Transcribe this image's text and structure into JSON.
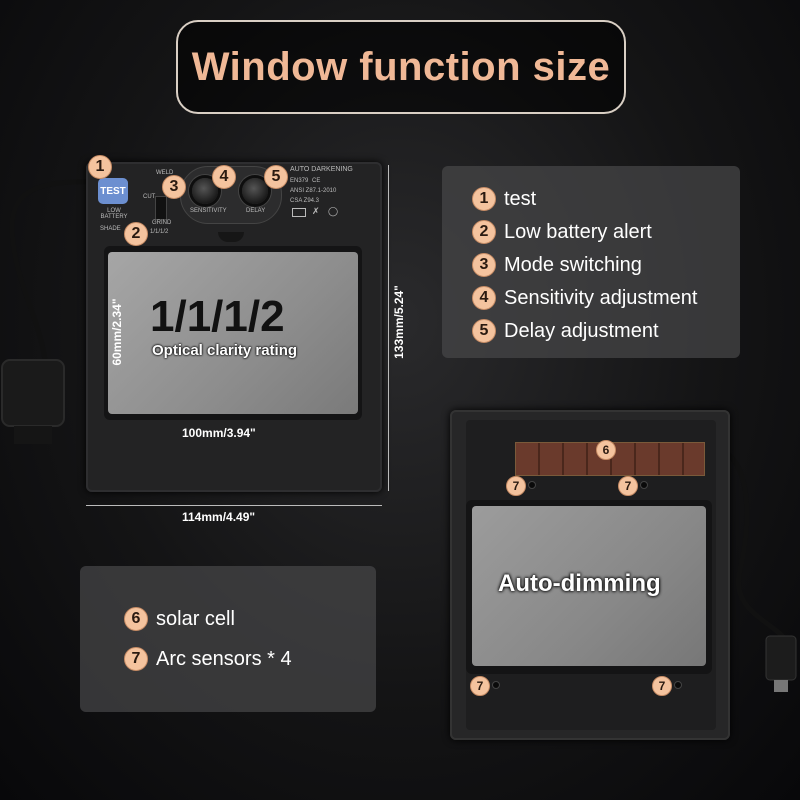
{
  "title": "Window function size",
  "left_helmet": {
    "test_button": "TEST",
    "low_battery": "LOW BATTERY",
    "weld": "WELD",
    "cut": "CUT",
    "grind": "GRIND",
    "shade": "SHADE",
    "shade_value": "1/1/1/2",
    "sensitivity": "SENSITIVITY",
    "delay": "DELAY",
    "auto_darkening": "AUTO DARKENING",
    "en": "EN379",
    "ce": "CE",
    "ansi": "ANSI Z87.1-2010",
    "csa": "CSA Z94.3",
    "rating": "1/1/1/2",
    "rating_sub": "Optical clarity rating",
    "height_view": "60mm/2.34\"",
    "width_view": "100mm/3.94\"",
    "total_height": "133mm/5.24\"",
    "total_width": "114mm/4.49\""
  },
  "legend_top": [
    {
      "num": "1",
      "label": "test"
    },
    {
      "num": "2",
      "label": "Low battery alert"
    },
    {
      "num": "3",
      "label": "Mode switching"
    },
    {
      "num": "4",
      "label": "Sensitivity adjustment"
    },
    {
      "num": "5",
      "label": "Delay adjustment"
    }
  ],
  "legend_bottom": [
    {
      "num": "6",
      "label": "solar cell"
    },
    {
      "num": "7",
      "label": "Arc sensors * 4"
    }
  ],
  "left_markers": [
    "1",
    "2",
    "3",
    "4",
    "5"
  ],
  "right_helmet": {
    "solar_marker": "6",
    "sensor_marker": "7",
    "dimming": "Auto-dimming"
  }
}
